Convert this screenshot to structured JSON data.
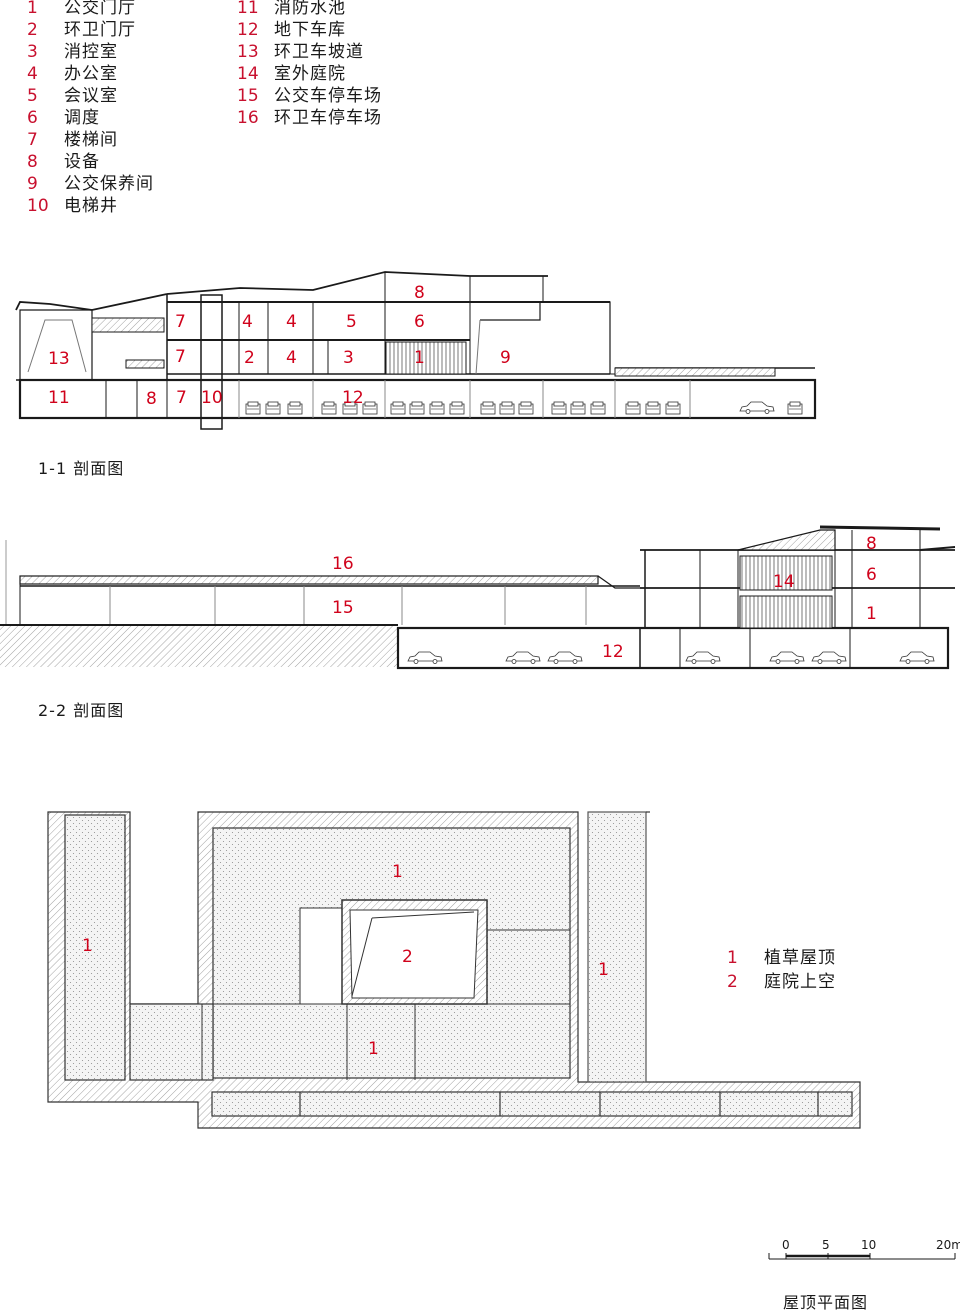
{
  "legend_left": [
    {
      "num": "1",
      "label": "公交门厅"
    },
    {
      "num": "2",
      "label": "环卫门厅"
    },
    {
      "num": "3",
      "label": "消控室"
    },
    {
      "num": "4",
      "label": "办公室"
    },
    {
      "num": "5",
      "label": "会议室"
    },
    {
      "num": "6",
      "label": "调度"
    },
    {
      "num": "7",
      "label": "楼梯间"
    },
    {
      "num": "8",
      "label": "设备"
    },
    {
      "num": "9",
      "label": "公交保养间"
    },
    {
      "num": "10",
      "label": "电梯井"
    }
  ],
  "legend_right": [
    {
      "num": "11",
      "label": "消防水池"
    },
    {
      "num": "12",
      "label": "地下车库"
    },
    {
      "num": "13",
      "label": "环卫车坡道"
    },
    {
      "num": "14",
      "label": "室外庭院"
    },
    {
      "num": "15",
      "label": "公交车停车场"
    },
    {
      "num": "16",
      "label": "环卫车停车场"
    }
  ],
  "section1": {
    "caption": "1-1 剖面图",
    "labels": [
      "13",
      "11",
      "8",
      "7",
      "10",
      "7",
      "7",
      "4",
      "4",
      "2",
      "4",
      "5",
      "3",
      "8",
      "6",
      "1",
      "9",
      "12"
    ]
  },
  "section2": {
    "caption": "2-2 剖面图",
    "labels": [
      "16",
      "15",
      "12",
      "8",
      "14",
      "6",
      "1"
    ]
  },
  "roof": {
    "caption": "屋顶平面图",
    "labels": [
      "1",
      "1",
      "2",
      "1",
      "1"
    ],
    "legend": [
      {
        "num": "1",
        "label": "植草屋顶"
      },
      {
        "num": "2",
        "label": "庭院上空"
      }
    ]
  },
  "scale": {
    "ticks": [
      "0",
      "5",
      "10",
      "20m"
    ]
  },
  "colors": {
    "label_red": "#d0021b",
    "line": "#1a1a1a",
    "hatch": "#9a9a9a"
  }
}
